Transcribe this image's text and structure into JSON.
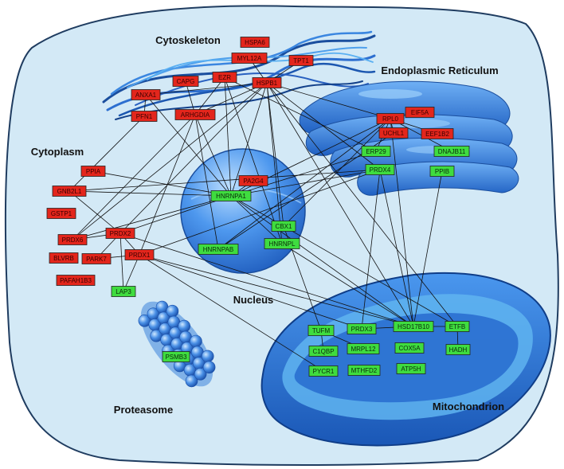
{
  "colors": {
    "down_regulated": "#e3261c",
    "up_regulated": "#3fdc3f",
    "cell_fill": "#d6ecf7",
    "organelle_blue": "#2f78d8"
  },
  "compartments": {
    "cytoskeleton": "Cytoskeleton",
    "endoplasmic_reticulum": "Endoplasmic Reticulum",
    "cytoplasm": "Cytoplasm",
    "nucleus": "Nucleus",
    "proteasome": "Proteasome",
    "mitochondrion": "Mitochondrion"
  },
  "proteins": [
    {
      "id": "HSPA6",
      "label": "HSPA6",
      "group": "red"
    },
    {
      "id": "MYL12A",
      "label": "MYL12A",
      "group": "red"
    },
    {
      "id": "TPT1",
      "label": "TPT1",
      "group": "red"
    },
    {
      "id": "CAPG",
      "label": "CAPG",
      "group": "red"
    },
    {
      "id": "EZR",
      "label": "EZR",
      "group": "red"
    },
    {
      "id": "HSPB1",
      "label": "HSPB1",
      "group": "red"
    },
    {
      "id": "ANXA1",
      "label": "ANXA1",
      "group": "red"
    },
    {
      "id": "PFN1",
      "label": "PFN1",
      "group": "red"
    },
    {
      "id": "ARHGDIA",
      "label": "ARHGDIA",
      "group": "red"
    },
    {
      "id": "RPL0",
      "label": "RPL0",
      "group": "red"
    },
    {
      "id": "EIF5A",
      "label": "EIF5A",
      "group": "red"
    },
    {
      "id": "UCHL1",
      "label": "UCHL1",
      "group": "red"
    },
    {
      "id": "EEF1B2",
      "label": "EEF1B2",
      "group": "red"
    },
    {
      "id": "PPIA",
      "label": "PPIA",
      "group": "red"
    },
    {
      "id": "GNB2L1",
      "label": "GNB2L1",
      "group": "red"
    },
    {
      "id": "GSTP1",
      "label": "GSTP1",
      "group": "red"
    },
    {
      "id": "PRDX6",
      "label": "PRDX6",
      "group": "red"
    },
    {
      "id": "BLVRB",
      "label": "BLVRB",
      "group": "red"
    },
    {
      "id": "PAFAH1B3",
      "label": "PAFAH1B3",
      "group": "red"
    },
    {
      "id": "PRDX2",
      "label": "PRDX2",
      "group": "red"
    },
    {
      "id": "PARK7",
      "label": "PARK7",
      "group": "red"
    },
    {
      "id": "PRDX1",
      "label": "PRDX1",
      "group": "red"
    },
    {
      "id": "PA2G4",
      "label": "PA2G4",
      "group": "red"
    },
    {
      "id": "ERP29",
      "label": "ERP29",
      "group": "green"
    },
    {
      "id": "DNAJB11",
      "label": "DNAJB11",
      "group": "green"
    },
    {
      "id": "PRDX4",
      "label": "PRDX4",
      "group": "green"
    },
    {
      "id": "PPIB",
      "label": "PPIB",
      "group": "green"
    },
    {
      "id": "HNRNPA1",
      "label": "HNRNPA1",
      "group": "green"
    },
    {
      "id": "CBX1",
      "label": "CBX1",
      "group": "green"
    },
    {
      "id": "HNRNPAB",
      "label": "HNRNPAB",
      "group": "green"
    },
    {
      "id": "HNRNPL",
      "label": "HNRNPL",
      "group": "green"
    },
    {
      "id": "LAP3",
      "label": "LAP3",
      "group": "green"
    },
    {
      "id": "PSMB3",
      "label": "PSMB3",
      "group": "green"
    },
    {
      "id": "TUFM",
      "label": "TUFM",
      "group": "green"
    },
    {
      "id": "PRDX3",
      "label": "PRDX3",
      "group": "green"
    },
    {
      "id": "HSD17B10",
      "label": "HSD17B10",
      "group": "green"
    },
    {
      "id": "ETFB",
      "label": "ETFB",
      "group": "green"
    },
    {
      "id": "C1QBP",
      "label": "C1QBP",
      "group": "green"
    },
    {
      "id": "MRPL12",
      "label": "MRPL12",
      "group": "green"
    },
    {
      "id": "COX5A",
      "label": "COX5A",
      "group": "green"
    },
    {
      "id": "HADH",
      "label": "HADH",
      "group": "green"
    },
    {
      "id": "PYCR1",
      "label": "PYCR1",
      "group": "green"
    },
    {
      "id": "MTHFD2",
      "label": "MTHFD2",
      "group": "green"
    },
    {
      "id": "ATP5H",
      "label": "ATP5H",
      "group": "green"
    }
  ],
  "interactions": [
    [
      "HSPB1",
      "ANXA1"
    ],
    [
      "HSPB1",
      "ARHGDIA"
    ],
    [
      "HSPB1",
      "HNRNPA1"
    ],
    [
      "HSPB1",
      "CBX1"
    ],
    [
      "HSPB1",
      "PRDX6"
    ],
    [
      "HSPB1",
      "RPL0"
    ],
    [
      "HSPB1",
      "HSD17B10"
    ],
    [
      "HSPB1",
      "PRDX4"
    ],
    [
      "HSPB1",
      "PRDX2"
    ],
    [
      "HSPB1",
      "HNRNPL"
    ],
    [
      "HSPB1",
      "ETFB"
    ],
    [
      "EZR",
      "HNRNPA1"
    ],
    [
      "EZR",
      "ERP29"
    ],
    [
      "EZR",
      "ARHGDIA"
    ],
    [
      "EZR",
      "HNRNPL"
    ],
    [
      "MYL12A",
      "HSPB1"
    ],
    [
      "TPT1",
      "HSPB1"
    ],
    [
      "CAPG",
      "ARHGDIA"
    ],
    [
      "ANXA1",
      "PFN1"
    ],
    [
      "ANXA1",
      "HNRNPA1"
    ],
    [
      "ARHGDIA",
      "PRDX6"
    ],
    [
      "ARHGDIA",
      "HNRNPAB"
    ],
    [
      "ARHGDIA",
      "HNRNPA1"
    ],
    [
      "ARHGDIA",
      "PRDX1"
    ],
    [
      "PFN1",
      "GNB2L1"
    ],
    [
      "PPIA",
      "HNRNPA1"
    ],
    [
      "GNB2L1",
      "HNRNPA1"
    ],
    [
      "GNB2L1",
      "PRDX4"
    ],
    [
      "GNB2L1",
      "PRDX2"
    ],
    [
      "PRDX6",
      "PRDX2"
    ],
    [
      "PRDX6",
      "HNRNPA1"
    ],
    [
      "PRDX2",
      "PRDX1"
    ],
    [
      "PRDX2",
      "PARK7"
    ],
    [
      "PRDX2",
      "HNRNPA1"
    ],
    [
      "PRDX2",
      "HSD17B10"
    ],
    [
      "PRDX2",
      "LAP3"
    ],
    [
      "PRDX1",
      "PARK7"
    ],
    [
      "PRDX1",
      "HSD17B10"
    ],
    [
      "PRDX1",
      "PRDX3"
    ],
    [
      "PRDX1",
      "LAP3"
    ],
    [
      "PRDX1",
      "PRDX4"
    ],
    [
      "PRDX1",
      "PYCR1"
    ],
    [
      "PA2G4",
      "HNRNPA1"
    ],
    [
      "HNRNPA1",
      "HNRNPL"
    ],
    [
      "HNRNPA1",
      "HSD17B10"
    ],
    [
      "HNRNPA1",
      "RPL0"
    ],
    [
      "HNRNPA1",
      "PRDX4"
    ],
    [
      "HNRNPA1",
      "ERP29"
    ],
    [
      "HNRNPL",
      "HSD17B10"
    ],
    [
      "RPL0",
      "EIF5A"
    ],
    [
      "RPL0",
      "UCHL1"
    ],
    [
      "RPL0",
      "EEF1B2"
    ],
    [
      "RPL0",
      "ERP29"
    ],
    [
      "RPL0",
      "DNAJB11"
    ],
    [
      "RPL0",
      "HSD17B10"
    ],
    [
      "RPL0",
      "CBX1"
    ],
    [
      "RPL0",
      "HNRNPAB"
    ],
    [
      "PRDX4",
      "PRDX3"
    ],
    [
      "PRDX4",
      "HSD17B10"
    ],
    [
      "PPIB",
      "HSD17B10"
    ],
    [
      "CBX1",
      "HNRNPA1"
    ],
    [
      "CBX1",
      "TUFM"
    ],
    [
      "CBX1",
      "ETFB"
    ],
    [
      "UCHL1",
      "HNRNPAB"
    ],
    [
      "ETFB",
      "HSD17B10"
    ],
    [
      "ETFB",
      "HADH"
    ],
    [
      "TUFM",
      "C1QBP"
    ],
    [
      "MRPL12",
      "TUFM"
    ],
    [
      "PRDX3",
      "HSD17B10"
    ]
  ]
}
